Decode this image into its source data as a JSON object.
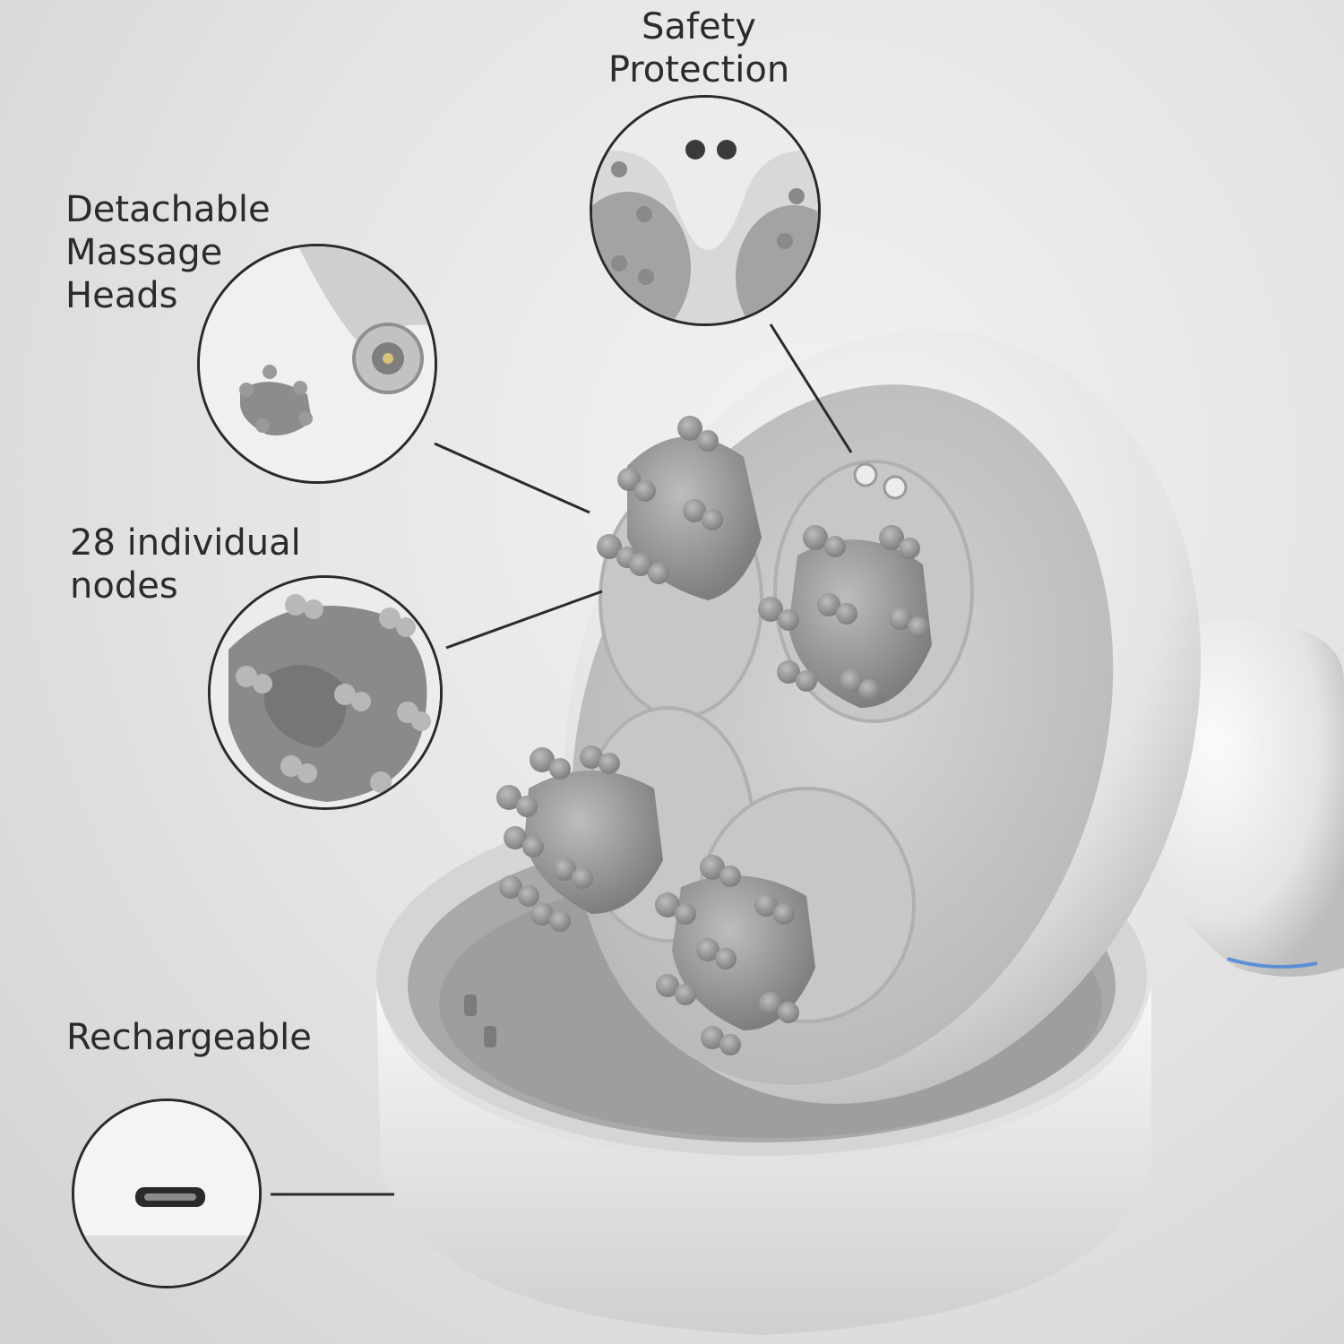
{
  "callouts": {
    "safety": {
      "line1": "Safety",
      "line2": "Protection"
    },
    "detachable": {
      "line1": "Detachable",
      "line2": "Massage",
      "line3": "Heads"
    },
    "nodes": {
      "line1": "28 individual",
      "line2": "nodes"
    },
    "rechargeable": {
      "line1": "Rechargeable"
    }
  },
  "colors": {
    "node_gray": "#8f8f8f",
    "body_white": "#f1f1f1",
    "line": "#2a2a2a"
  }
}
